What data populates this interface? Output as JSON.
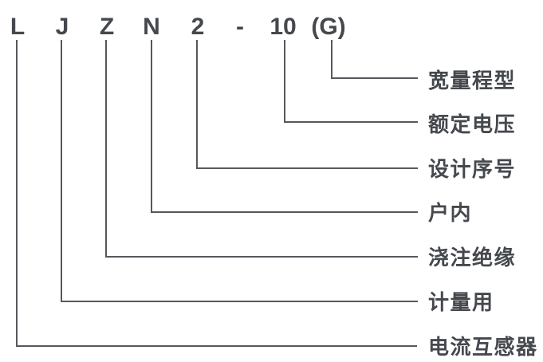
{
  "code": {
    "full": "LJZN2-10(G)",
    "chars": [
      "L",
      "J",
      "Z",
      "N",
      "2",
      "-",
      "10",
      "(G)"
    ]
  },
  "legend": [
    {
      "code": "(G)",
      "label": "宽量程型"
    },
    {
      "code": "10",
      "label": "额定电压"
    },
    {
      "code": "2",
      "label": "设计序号"
    },
    {
      "code": "N",
      "label": "户内"
    },
    {
      "code": "Z",
      "label": "浇注绝缘"
    },
    {
      "code": "J",
      "label": "计量用"
    },
    {
      "code": "L",
      "label": "电流互感器"
    }
  ],
  "colors": {
    "text": "#45484d",
    "line": "#55585c",
    "background": "#ffffff"
  }
}
